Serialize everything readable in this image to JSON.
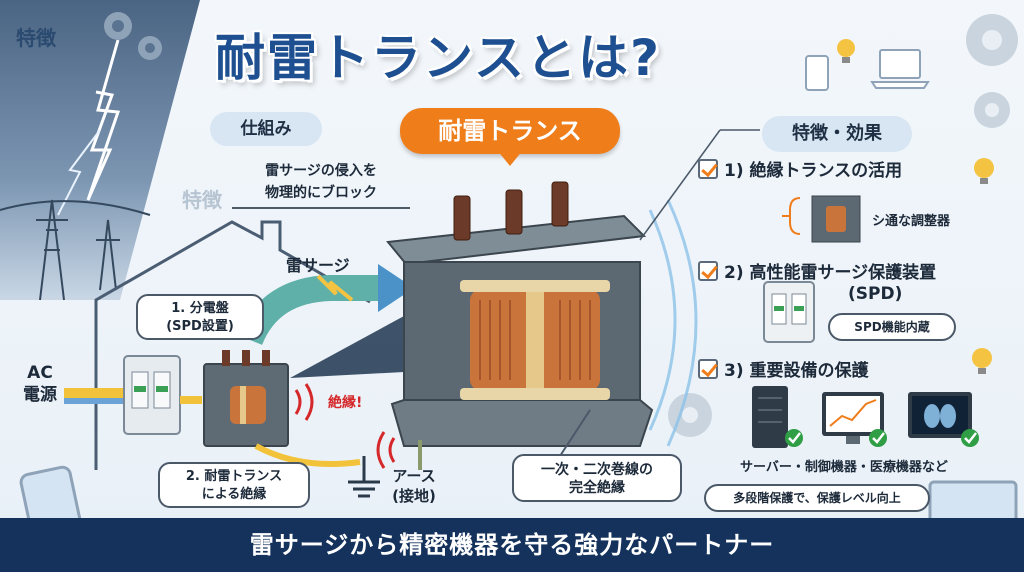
{
  "title": "耐雷トランスとは?",
  "corner_tag": "特徴",
  "ghost_tag": "特徴",
  "mechanism_label": "仕組み",
  "features_label": "特徴・効果",
  "product_label": "耐雷トランス",
  "block_note_line1": "雷サージの侵入を",
  "block_note_line2": "物理的にブロック",
  "surge_label": "雷サージ",
  "ac_line1": "AC",
  "ac_line2": "電源",
  "step1_line1": "1. 分電盤",
  "step1_line2": "(SPD設置)",
  "step2_line1": "2. 耐雷トランス",
  "step2_line2": "による絶縁",
  "insulation_label": "絶縁!",
  "earth_line1": "アース",
  "earth_line2": "(接地)",
  "winding_line1": "一次・二次巻線の",
  "winding_line2": "完全絶縁",
  "features": {
    "item1": "1) 絶縁トランスの活用",
    "item1_sub": "シ通な調整器",
    "item2": "2) 高性能雷サージ保護装置",
    "item2_spd": "(SPD)",
    "item2_sub": "SPD機能内蔵",
    "item3": "3) 重要設備の保護",
    "item3_sub": "サーバー・制御機器・医療機器など",
    "multi_stage": "多段階保護で、保護レベル向上"
  },
  "footer": "雷サージから精密機器を守る強力なパートナー",
  "colors": {
    "accent": "#ef7d1a",
    "navy": "#14325c",
    "title": "#1d4f91",
    "alert": "#d5282a"
  }
}
